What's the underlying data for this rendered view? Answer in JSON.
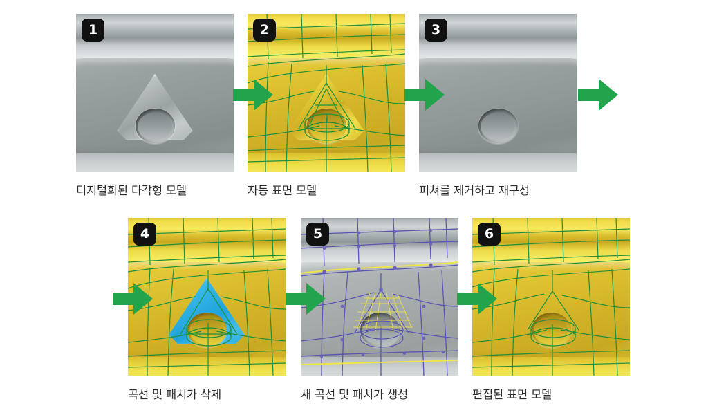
{
  "figure": {
    "type": "process-workflow",
    "orientation": "left-to-right, two rows",
    "background_color": "#ffffff",
    "arrow_color": "#22a44c",
    "badge_color": "#111111",
    "badge_text_color": "#ffffff",
    "caption_color": "#2b2b2b",
    "panel_count": 6
  },
  "steps": [
    {
      "number": "1",
      "caption": "디지털화된 다각형 모델",
      "shading": "grey",
      "has_curve_network": false,
      "has_triangular_feature": true,
      "has_hole": true,
      "selected_patch": false
    },
    {
      "number": "2",
      "caption": "자동 표면 모델",
      "shading": "gold",
      "has_curve_network": true,
      "curve_color": "#1e8f3e",
      "has_triangular_feature": true,
      "has_hole": true,
      "selected_patch": false
    },
    {
      "number": "3",
      "caption": "피쳐를 제거하고 재구성",
      "shading": "grey",
      "has_curve_network": false,
      "has_triangular_feature": false,
      "has_hole": true,
      "selected_patch": false
    },
    {
      "number": "4",
      "caption": "곡선 및 패치가 삭제",
      "shading": "gold",
      "has_curve_network": true,
      "curve_color": "#1e8f3e",
      "has_triangular_feature": true,
      "has_hole": true,
      "selected_patch": true,
      "selected_patch_color": "#2badDF"
    },
    {
      "number": "5",
      "caption": "새 곡선 및 패치가 생성",
      "shading": "grey",
      "has_curve_network": true,
      "curve_color": "#5a55b4",
      "highlight_curve_color": "#f2e742",
      "has_triangular_feature": false,
      "has_hole": true,
      "selected_patch": false
    },
    {
      "number": "6",
      "caption": "편집된 표면 모델",
      "shading": "gold",
      "has_curve_network": true,
      "curve_color": "#1e8f3e",
      "has_triangular_feature": false,
      "has_hole": true,
      "selected_patch": false
    }
  ],
  "arrows": [
    {
      "id": "arrow-1-to-2",
      "row": 1,
      "after_step": "1"
    },
    {
      "id": "arrow-2-to-3",
      "row": 1,
      "after_step": "2"
    },
    {
      "id": "arrow-3-to-4",
      "row": 1,
      "after_step": "3"
    },
    {
      "id": "arrow-into-4",
      "row": 2,
      "before_step": "4"
    },
    {
      "id": "arrow-4-to-5",
      "row": 2,
      "after_step": "4"
    },
    {
      "id": "arrow-5-to-6",
      "row": 2,
      "after_step": "5"
    }
  ]
}
